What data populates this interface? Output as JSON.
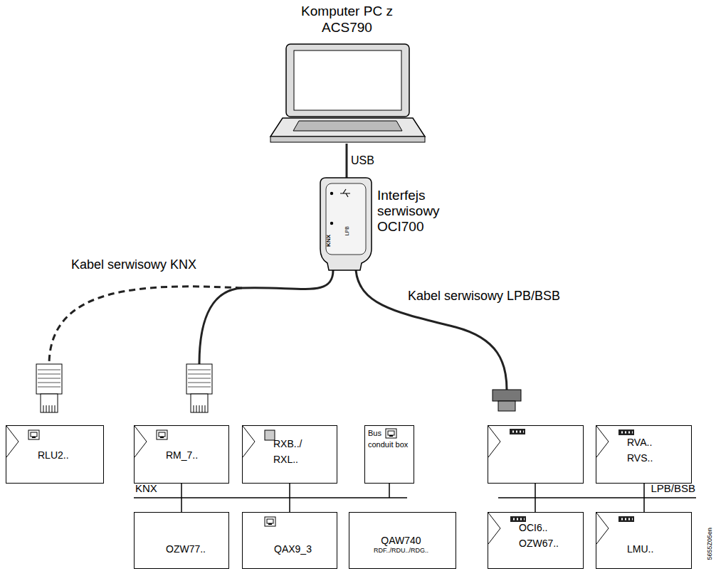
{
  "diagram": {
    "nodes": [
      {
        "text": [
          "Komputer PC z ACS790"
        ]
      },
      {
        "text": [
          "Interfejs serwisowy OCI700"
        ]
      },
      {
        "text": [
          "RLU2.."
        ]
      },
      {
        "text": [
          "RM_7.."
        ]
      },
      {
        "text": [
          "RXB../ RXL.."
        ]
      },
      {
        "text": [
          "Bus conduit box"
        ]
      },
      {
        "text": [
          "RVA.. RVS.."
        ]
      },
      {
        "text": [
          "OZW77.."
        ]
      },
      {
        "text": [
          "QAX9_3"
        ]
      },
      {
        "text": [
          "QAW740",
          "RDF../RDU../RDG.."
        ]
      },
      {
        "text": [
          "OCI6.. OZW67.."
        ]
      },
      {
        "text": [
          "LMU.."
        ]
      }
    ],
    "edges": [
      {
        "from": 0,
        "to": 1,
        "label": "USB",
        "arrow": "none"
      }
    ],
    "labels": [
      "LPB",
      "KNX",
      "Kabel serwisowy KNX",
      "Kabel serwisowy LPB/BSB",
      "KNX",
      "LPB/BSB",
      "5655Z05en"
    ]
  }
}
